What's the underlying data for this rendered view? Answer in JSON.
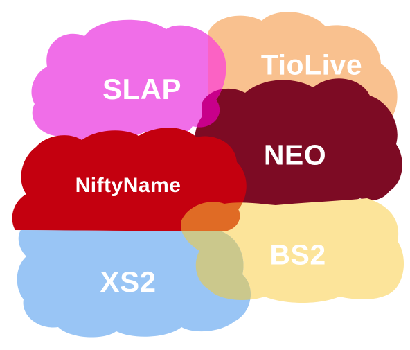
{
  "clouds": [
    {
      "id": "slap",
      "label": "SLAP",
      "color": "#f06ee8"
    },
    {
      "id": "tiolive",
      "label": "TioLive",
      "color": "#f9c18f"
    },
    {
      "id": "neo",
      "label": "NEO",
      "color": "#7d0b24"
    },
    {
      "id": "niftyname",
      "label": "NiftyName",
      "color": "#c4000f"
    },
    {
      "id": "xs2",
      "label": "XS2",
      "color": "#99c5f5"
    },
    {
      "id": "bs2",
      "label": "BS2",
      "color": "#fce49a"
    }
  ],
  "overlap_colors": {
    "slap_tiolive": "#fb62c4",
    "slap_neo": "#c8008a",
    "nifty_bs2": "#e06b25",
    "xs2_bs2": "#cbc88c"
  }
}
